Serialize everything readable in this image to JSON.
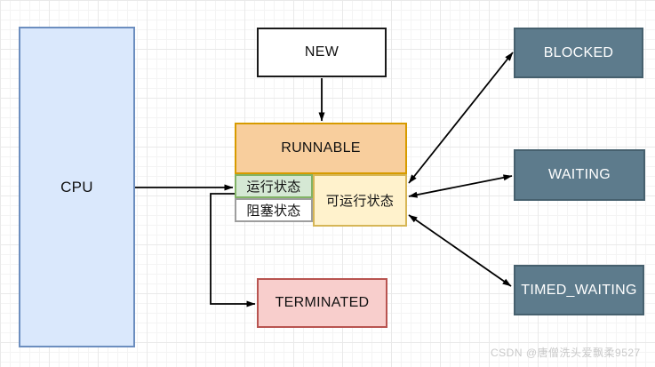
{
  "diagram": {
    "title_implied": "Java thread state diagram",
    "nodes": {
      "cpu": {
        "label": "CPU"
      },
      "new": {
        "label": "NEW"
      },
      "runnable": {
        "label": "RUNNABLE"
      },
      "running_state": {
        "label": "运行状态"
      },
      "blocked_state": {
        "label": "阻塞状态"
      },
      "ready_state": {
        "label": "可运行状态"
      },
      "terminated": {
        "label": "TERMINATED"
      },
      "blocked": {
        "label": "BLOCKED"
      },
      "waiting": {
        "label": "WAITING"
      },
      "timed_waiting": {
        "label": "TIMED_WAITING"
      }
    },
    "edges": [
      {
        "from": "new",
        "to": "runnable",
        "direction": "one-way"
      },
      {
        "from": "cpu",
        "to": "running_state",
        "direction": "one-way"
      },
      {
        "from": "running_state",
        "to": "terminated",
        "direction": "one-way",
        "shape": "elbow"
      },
      {
        "from": "ready_state",
        "to": "blocked",
        "direction": "two-way"
      },
      {
        "from": "ready_state",
        "to": "waiting",
        "direction": "two-way"
      },
      {
        "from": "ready_state",
        "to": "timed_waiting",
        "direction": "two-way"
      }
    ],
    "colors": {
      "cpu_fill": "#dae8fc",
      "cpu_border": "#6c8ebf",
      "new_fill": "#ffffff",
      "new_border": "#1a1a1a",
      "runnable_fill": "#f8ce9d",
      "runnable_border": "#d79b00",
      "running_fill": "#d5e8d4",
      "running_border": "#82b366",
      "blocked_state_fill": "#ffffff",
      "blocked_state_border": "#9e9e9e",
      "ready_fill": "#fff2cc",
      "ready_border": "#d6b656",
      "terminated_fill": "#f8cecc",
      "terminated_border": "#b85450",
      "state_box_fill": "#5d7b8c",
      "state_box_border": "#46606e",
      "state_box_text": "#ffffff",
      "arrow": "#000000",
      "watermark_text": "#c9c9c9",
      "grid_line": "#ececec"
    }
  },
  "watermark": {
    "text": "CSDN @唐僧洗头爱飘柔9527"
  }
}
